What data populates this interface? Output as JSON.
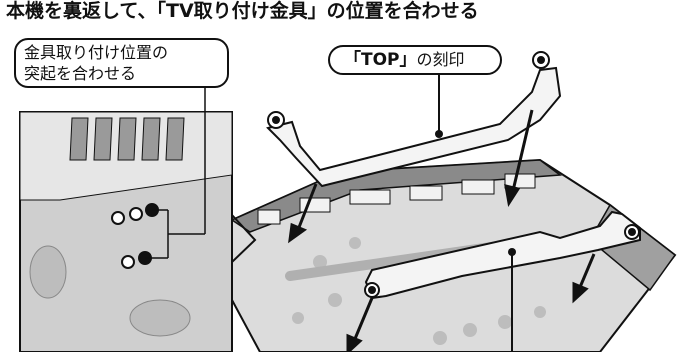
{
  "heading": "本機を裏返して、「TV取り付け金具」の位置を合わせる",
  "callouts": {
    "align_line1": "金具取り付け位置の",
    "align_line2": "突起を合わせる",
    "top_mark_text": "「TOP」",
    "top_mark_suffix": "の刻印"
  }
}
